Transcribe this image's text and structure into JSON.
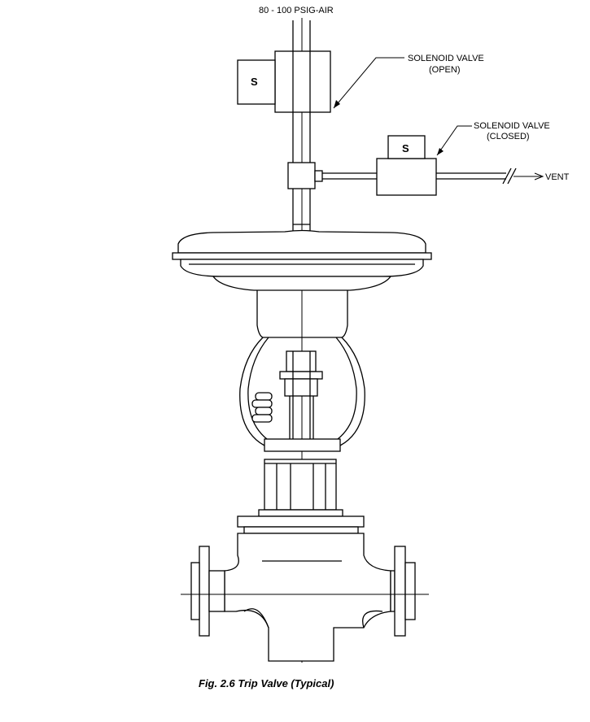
{
  "labels": {
    "supply": "80 - 100 PSIG-AIR",
    "solenoid_open_line1": "SOLENOID VALVE",
    "solenoid_open_line2": "(OPEN)",
    "solenoid_closed_line1": "SOLENOID VALVE",
    "solenoid_closed_line2": "(CLOSED)",
    "vent": "VENT",
    "solenoid_symbol": "S"
  },
  "caption": "Fig. 2.6  Trip Valve (Typical)"
}
